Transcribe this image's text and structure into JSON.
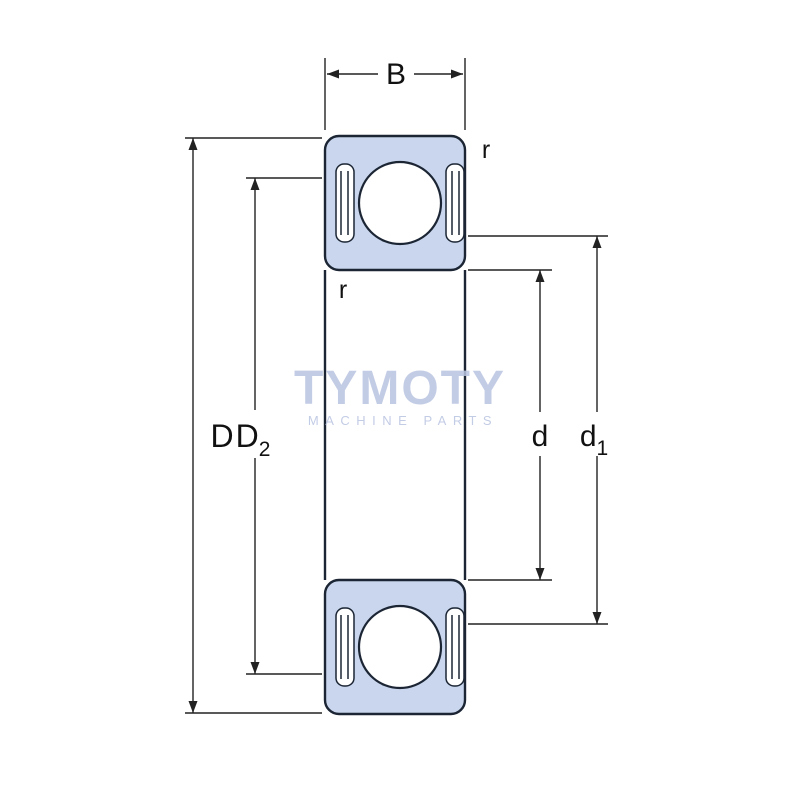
{
  "colors": {
    "background": "#ffffff",
    "bearing_fill": "#c9d6ed",
    "bearing_stroke": "#1b2534",
    "dimension_stroke": "#222222",
    "watermark_color": "#b9c4e1"
  },
  "labels": {
    "width": "B",
    "outer_diameter": "D",
    "recess_diameter": {
      "main": "D",
      "sub": "2"
    },
    "bore_diameter": "d",
    "shoulder_diameter": {
      "main": "d",
      "sub": "1"
    },
    "radius_top": "r",
    "radius_bottom": "r"
  },
  "watermark": {
    "brand": "TYMOTY",
    "tagline": "MACHINE PARTS"
  }
}
